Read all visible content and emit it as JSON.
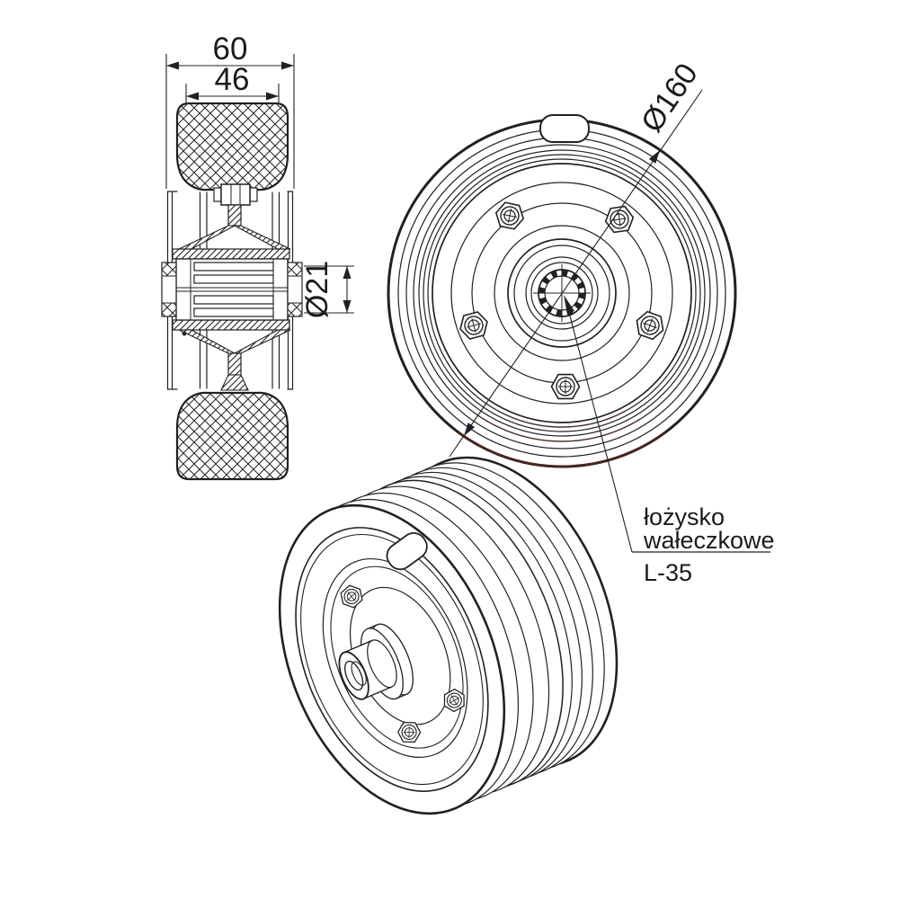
{
  "drawing": {
    "background_color": "#ffffff",
    "line_color": "#212125",
    "tint_color": "#6e2a1b",
    "dimensions": {
      "overall_width": "60",
      "tread_width": "46",
      "bore_diameter": "Ø21",
      "outer_diameter": "Ø160"
    },
    "callout": {
      "line1": "łożysko",
      "line2": "wałeczkowe",
      "line3": "L-35"
    }
  }
}
